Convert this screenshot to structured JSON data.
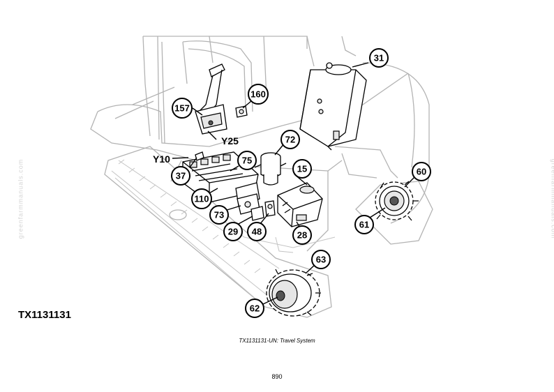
{
  "figure": {
    "id": "TX1131131",
    "caption": "TX1131131-UN: Travel System",
    "page_number": "890"
  },
  "watermark": "greenfarmmanuals.com",
  "callouts": [
    {
      "key": "c31",
      "label": "31"
    },
    {
      "key": "c160",
      "label": "160"
    },
    {
      "key": "c157",
      "label": "157"
    },
    {
      "key": "c72",
      "label": "72"
    },
    {
      "key": "c75",
      "label": "75"
    },
    {
      "key": "c15",
      "label": "15"
    },
    {
      "key": "c37",
      "label": "37"
    },
    {
      "key": "c110",
      "label": "110"
    },
    {
      "key": "c73",
      "label": "73"
    },
    {
      "key": "c29",
      "label": "29"
    },
    {
      "key": "c48",
      "label": "48"
    },
    {
      "key": "c28",
      "label": "28"
    },
    {
      "key": "c60",
      "label": "60"
    },
    {
      "key": "c61",
      "label": "61"
    },
    {
      "key": "c63",
      "label": "63"
    },
    {
      "key": "c62",
      "label": "62"
    }
  ],
  "tags": [
    {
      "key": "y25",
      "label": "Y25"
    },
    {
      "key": "y10",
      "label": "Y10"
    }
  ],
  "colors": {
    "line": "#000000",
    "ghost": "#b3b3b3",
    "background": "#ffffff"
  }
}
